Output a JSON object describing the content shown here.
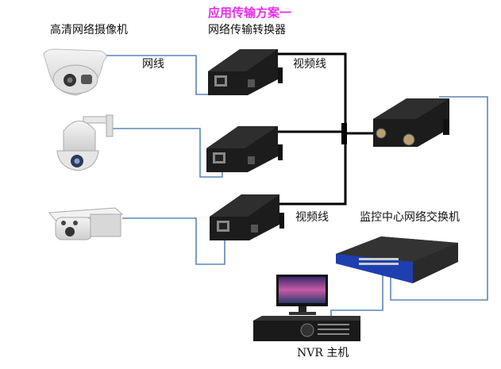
{
  "title": "应用传输方案一",
  "labels": {
    "cameras": "高清网络摄像机",
    "converters": "网络传输转换器",
    "network_cable": "网线",
    "video_cable_1": "视频线",
    "video_cable_2": "视频线",
    "switch": "监控中心网络交换机",
    "nvr": "NVR 主机"
  },
  "colors": {
    "title": "#e62ee6",
    "network_cable": "#5b87b8",
    "video_cable": "#000000",
    "switch_body": "#1f3fb0",
    "device_body": "#1c1c1c"
  },
  "devices": {
    "cameras": [
      "dome-camera",
      "ptz-camera",
      "bullet-camera"
    ],
    "converters": 3,
    "receiver": "video-receiver",
    "switch": "network-switch",
    "monitor": "monitor",
    "nvr": "nvr-recorder"
  }
}
